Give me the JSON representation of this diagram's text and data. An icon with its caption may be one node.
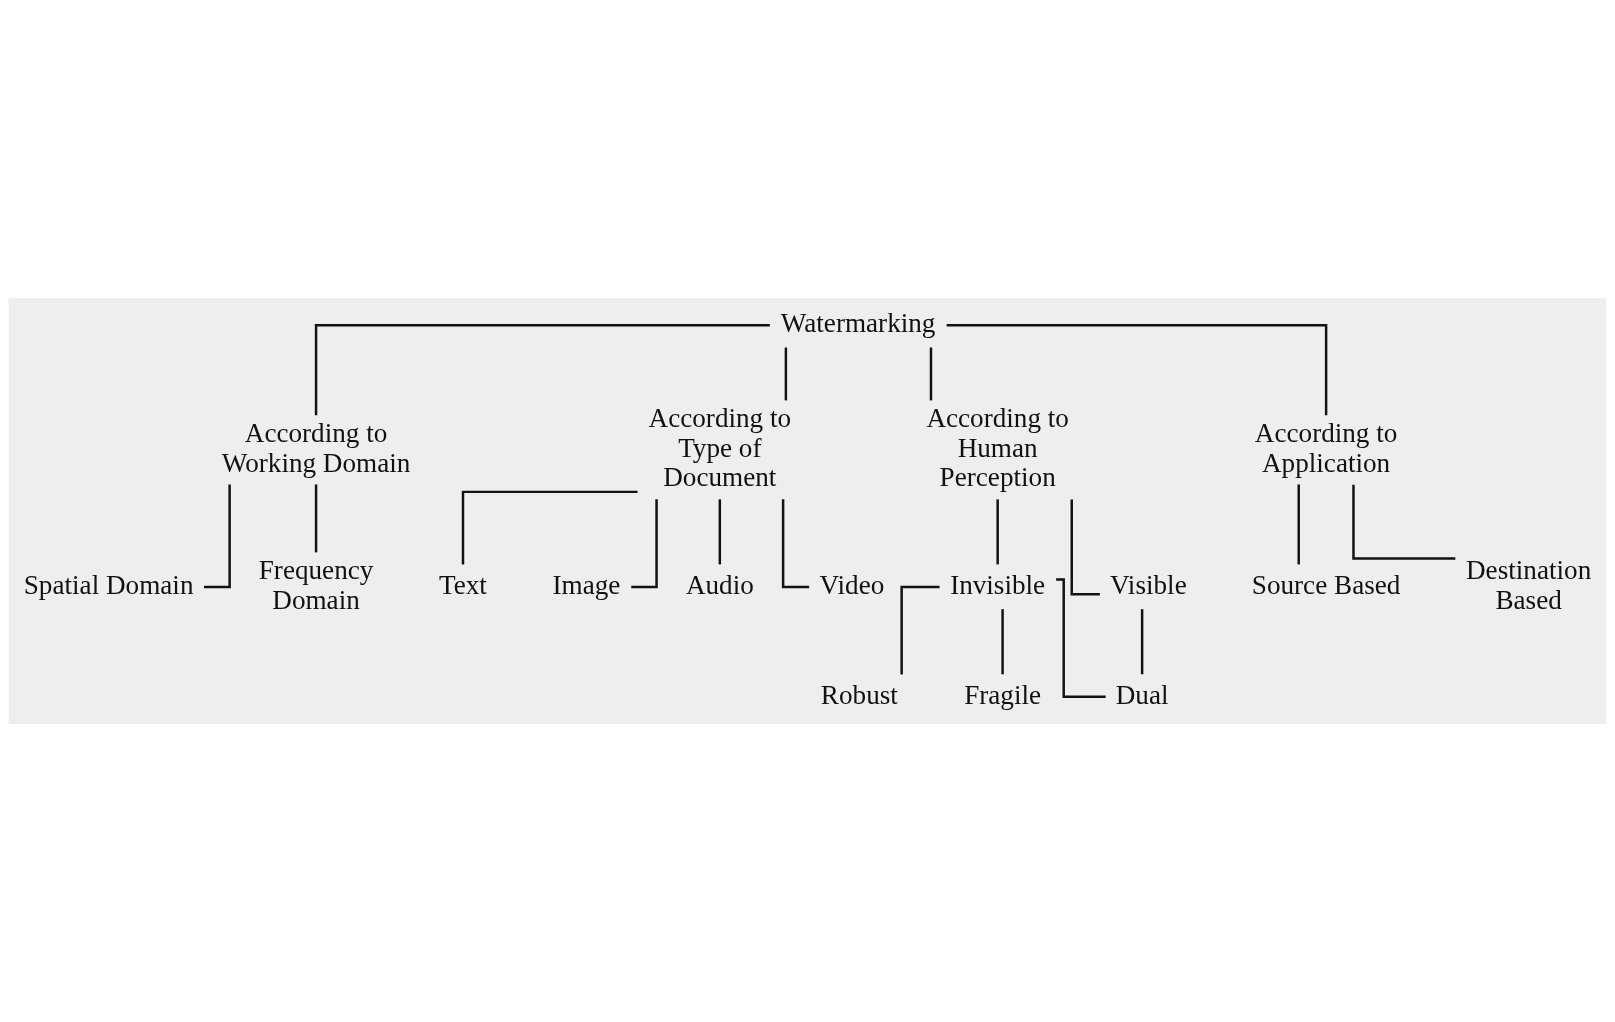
{
  "diagram": {
    "nodes": [
      {
        "text": [
          "Watermarking"
        ]
      },
      {
        "text": [
          "According to Working Domain"
        ]
      },
      {
        "text": [
          "According to Type of Document"
        ]
      },
      {
        "text": [
          "According to Human Perception"
        ]
      },
      {
        "text": [
          "According to Application"
        ]
      },
      {
        "text": [
          "Spatial Domain"
        ]
      },
      {
        "text": [
          "Frequency Domain"
        ]
      },
      {
        "text": [
          "Text"
        ]
      },
      {
        "text": [
          "Image"
        ]
      },
      {
        "text": [
          "Audio"
        ]
      },
      {
        "text": [
          "Video"
        ]
      },
      {
        "text": [
          "Invisible"
        ]
      },
      {
        "text": [
          "Visible"
        ]
      },
      {
        "text": [
          "Source Based"
        ]
      },
      {
        "text": [
          "Destination Based"
        ]
      },
      {
        "text": [
          "Robust"
        ]
      },
      {
        "text": [
          "Fragile"
        ]
      },
      {
        "text": [
          "Dual"
        ]
      }
    ],
    "edges": [
      {
        "from": 0,
        "to": 1,
        "arrow": "none"
      },
      {
        "from": 0,
        "to": 2,
        "arrow": "none"
      },
      {
        "from": 0,
        "to": 3,
        "arrow": "none"
      },
      {
        "from": 0,
        "to": 4,
        "arrow": "none"
      },
      {
        "from": 1,
        "to": 5,
        "arrow": "none"
      },
      {
        "from": 1,
        "to": 6,
        "arrow": "none"
      },
      {
        "from": 2,
        "to": 7,
        "arrow": "none"
      },
      {
        "from": 2,
        "to": 8,
        "arrow": "none"
      },
      {
        "from": 2,
        "to": 9,
        "arrow": "none"
      },
      {
        "from": 2,
        "to": 10,
        "arrow": "none"
      },
      {
        "from": 3,
        "to": 11,
        "arrow": "none"
      },
      {
        "from": 3,
        "to": 12,
        "arrow": "none"
      },
      {
        "from": 4,
        "to": 13,
        "arrow": "none"
      },
      {
        "from": 4,
        "to": 14,
        "arrow": "none"
      },
      {
        "from": 11,
        "to": 15,
        "arrow": "none"
      },
      {
        "from": 11,
        "to": 16,
        "arrow": "none"
      },
      {
        "from": 11,
        "to": 17,
        "arrow": "none"
      },
      {
        "from": 12,
        "to": 17,
        "arrow": "none"
      }
    ]
  }
}
